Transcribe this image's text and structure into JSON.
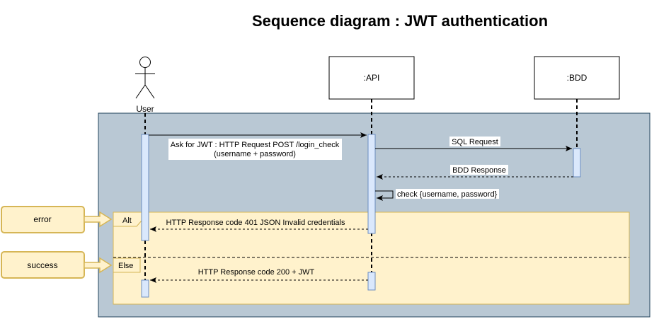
{
  "title": "Sequence diagram : JWT authentication",
  "participants": {
    "user": "User",
    "api": ":API",
    "bdd": ":BDD"
  },
  "messages": {
    "ask_jwt_line1": "Ask for JWT : HTTP Request POST /login_check",
    "ask_jwt_line2": "(username + password)",
    "sql_request": "SQL Request",
    "bdd_response": "BDD Response",
    "self_check": "check {username, password}",
    "resp_401": "HTTP Response code 401 JSON Invalid credentials",
    "resp_200": "HTTP Response code 200 + JWT"
  },
  "fragments": {
    "alt_label": "Alt",
    "else_label": "Else"
  },
  "notes": {
    "error": "error",
    "success": "success"
  },
  "colors": {
    "frame_bg": "#b9c8d4",
    "frame_border": "#23445d",
    "alt_bg": "#fff2cc",
    "alt_border": "#d6b656",
    "activation_fill": "#dae8fc",
    "activation_border": "#6c8ebf",
    "note_fill": "#fff2cc",
    "note_border": "#d6b656"
  }
}
